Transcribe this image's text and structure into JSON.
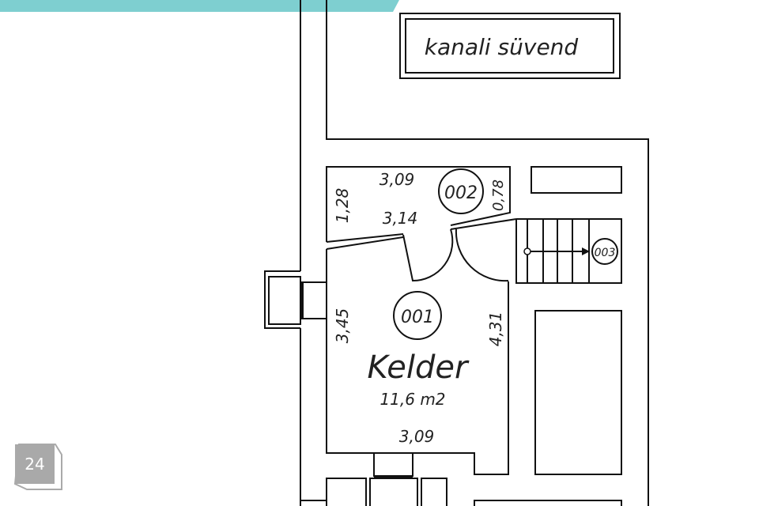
{
  "slide": {
    "page_number": "24",
    "accent_color": "#7ecfd0"
  },
  "plan": {
    "title_box": "kanali süvend",
    "rooms": [
      {
        "id": "001",
        "name": "Kelder",
        "area": "11,6 m2",
        "dims": [
          "3,45",
          "4,31",
          "3,09"
        ]
      },
      {
        "id": "002",
        "dims": [
          "3,09",
          "1,28",
          "0,78",
          "3,14"
        ]
      },
      {
        "id": "003"
      }
    ]
  }
}
